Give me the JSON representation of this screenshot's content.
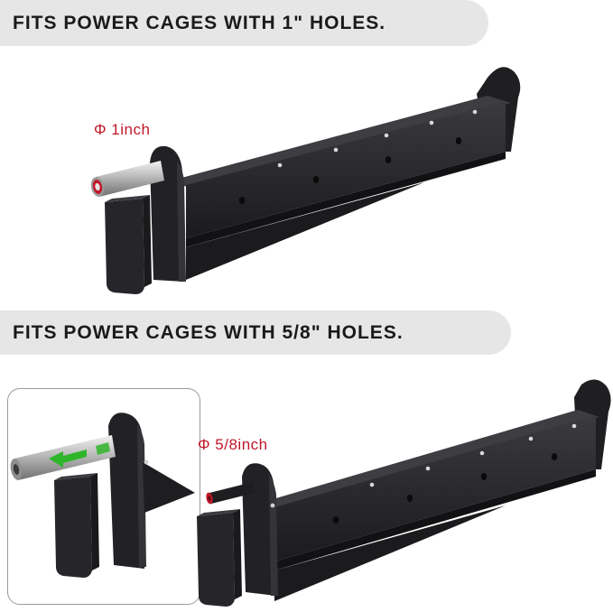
{
  "banners": {
    "top": "FITS POWER CAGES WITH 1\" HOLES.",
    "bottom": "FITS POWER CAGES WITH 5/8\" HOLES."
  },
  "dimensions": {
    "pin_1inch": "Φ 1inch",
    "pin_5_8inch": "Φ 5/8inch"
  },
  "colors": {
    "steel_dark": "#1c1c1f",
    "steel_mid": "#2e2e32",
    "steel_light": "#44444a",
    "accent_red": "#c0182a",
    "pin_silver": "#c9c9c9",
    "arrow_green": "#2fb52a",
    "banner_bg": "#e6e6e6"
  }
}
